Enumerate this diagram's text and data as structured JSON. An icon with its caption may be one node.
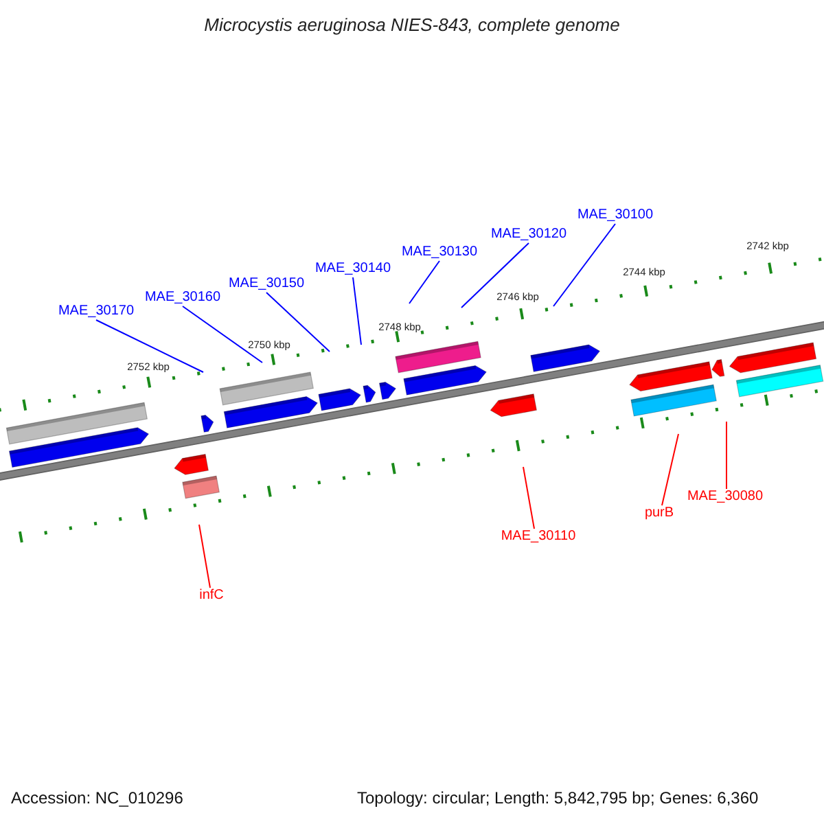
{
  "diagram": {
    "title": "Microcystis aeruginosa NIES-843, complete genome",
    "nodes": [
      {
        "text": [
          "MAE_30170"
        ]
      },
      {
        "text": [
          "MAE_30160"
        ]
      },
      {
        "text": [
          "MAE_30150"
        ]
      },
      {
        "text": [
          "MAE_30140"
        ]
      },
      {
        "text": [
          "MAE_30130"
        ]
      },
      {
        "text": [
          "MAE_30120"
        ]
      },
      {
        "text": [
          "MAE_30100"
        ]
      },
      {
        "text": [
          "MAE_30080"
        ]
      },
      {
        "text": [
          "purB"
        ]
      },
      {
        "text": [
          "MAE_30110"
        ]
      },
      {
        "text": [
          "infC"
        ]
      }
    ],
    "edges": [
      {
        "from": 0,
        "to": null,
        "arrow": "none"
      },
      {
        "from": 1,
        "to": null,
        "arrow": "none"
      },
      {
        "from": 2,
        "to": null,
        "arrow": "none"
      },
      {
        "from": 3,
        "to": null,
        "arrow": "none"
      },
      {
        "from": 4,
        "to": null,
        "arrow": "none"
      },
      {
        "from": 5,
        "to": null,
        "arrow": "none"
      },
      {
        "from": 6,
        "to": null,
        "arrow": "none"
      },
      {
        "from": 7,
        "to": null,
        "arrow": "none",
        "color": "#ff0000"
      },
      {
        "from": 8,
        "to": null,
        "arrow": "none",
        "color": "#ff0000"
      },
      {
        "from": 9,
        "to": null,
        "arrow": "none",
        "color": "#ff0000"
      },
      {
        "from": 10,
        "to": null,
        "arrow": "none",
        "color": "#ff0000"
      }
    ],
    "labels": [
      "2742 kbp",
      "2744 kbp",
      "2746 kbp",
      "2748 kbp",
      "2750 kbp",
      "2752 kbp",
      "Accession: NC_010296",
      "Topology: circular; Length: 5,842,795 bp; Genes: 6,360"
    ]
  }
}
